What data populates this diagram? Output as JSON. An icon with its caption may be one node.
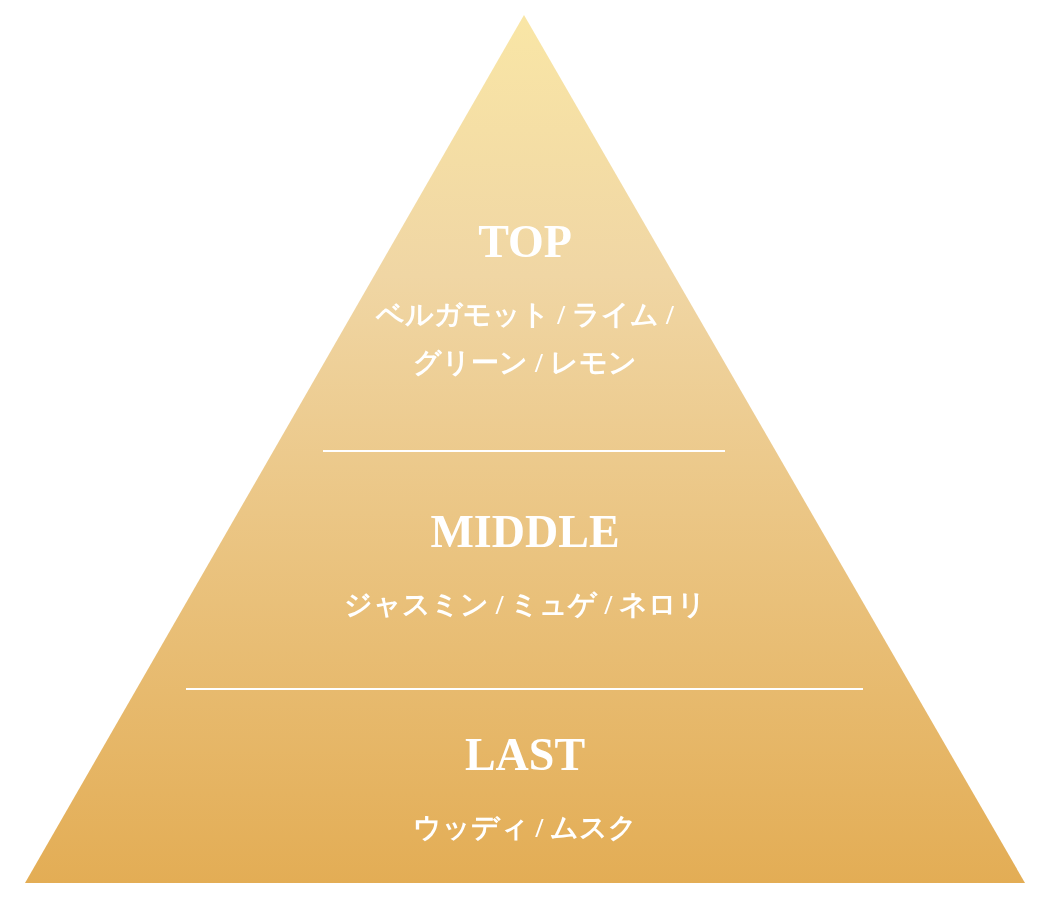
{
  "diagram": {
    "nodes": [
      {
        "text": [],
        "shape": "triangle"
      },
      {
        "text": [
          "TOP",
          "ベルガモット / ライム / グリーン / レモン"
        ],
        "in": 0
      },
      {
        "text": [
          "MIDDLE",
          "ジャスミン / ミュゲ / ネロリ"
        ],
        "in": 0
      },
      {
        "text": [
          "LAST",
          "ウッディ / ムスク"
        ],
        "in": 0
      }
    ],
    "edges": []
  }
}
